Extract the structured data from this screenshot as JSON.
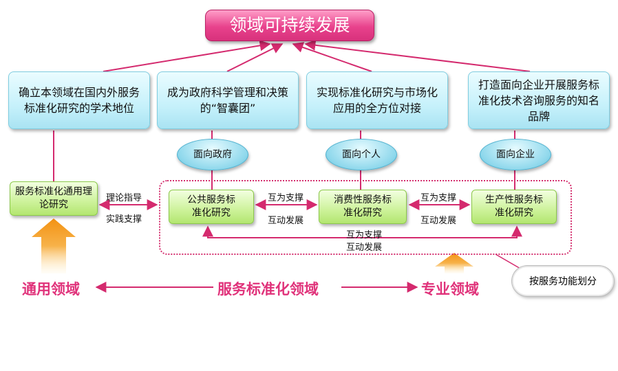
{
  "title": "领域可持续发展",
  "goals": [
    "确立本领域在国内外服务标准化研究的学术地位",
    "成为政府科学管理和决策的“智囊团”",
    "实现标准化研究与市场化应用的全方位对接",
    "打造面向企业开展服务标准化技术咨询服务的知名品牌"
  ],
  "audiences": [
    "面向政府",
    "面向个人",
    "面向企业"
  ],
  "general_research": "服务标准化通用理论研究",
  "general_links": {
    "top": "理论指导",
    "bottom": "实践支撑"
  },
  "special_research": [
    "公共服务标准化研究",
    "消费性服务标准化研究",
    "生产性服务标准化研究"
  ],
  "mutual": {
    "support": "互为支撑",
    "develop": "互动发展"
  },
  "domains": {
    "general": "通用领域",
    "center": "服务标准化领域",
    "special": "专业领域"
  },
  "classification_note": "按服务功能划分",
  "colors": {
    "accent": "#e0327a",
    "title": "#e8428c",
    "goal": "#c6f1fb",
    "green": "#cdf29a",
    "arrow": "#f5a020"
  }
}
